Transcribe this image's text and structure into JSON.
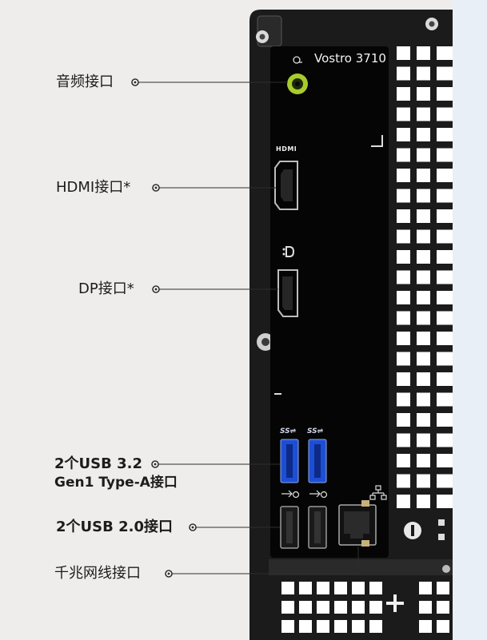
{
  "brand": {
    "model": "Vostro 3710"
  },
  "ports": {
    "audio": "音频接口",
    "hdmi": "HDMI接口*",
    "dp": "DP接口*",
    "usb32_line1": "2个USB 3.2",
    "usb32_line2": "Gen1 Type-A接口",
    "usb20": "2个USB 2.0接口",
    "ethernet": "千兆网线接口"
  },
  "port_icons": {
    "hdmi": "HDMI",
    "usb_ss": "SS⇌"
  },
  "colors": {
    "background": "#efedeb",
    "chassis": "#1b1b1b",
    "io_panel": "#050505",
    "audio_jack": "#a8cc2c",
    "usb3_blue": "#1c4fd6",
    "right_strip": "#e8eff6"
  }
}
